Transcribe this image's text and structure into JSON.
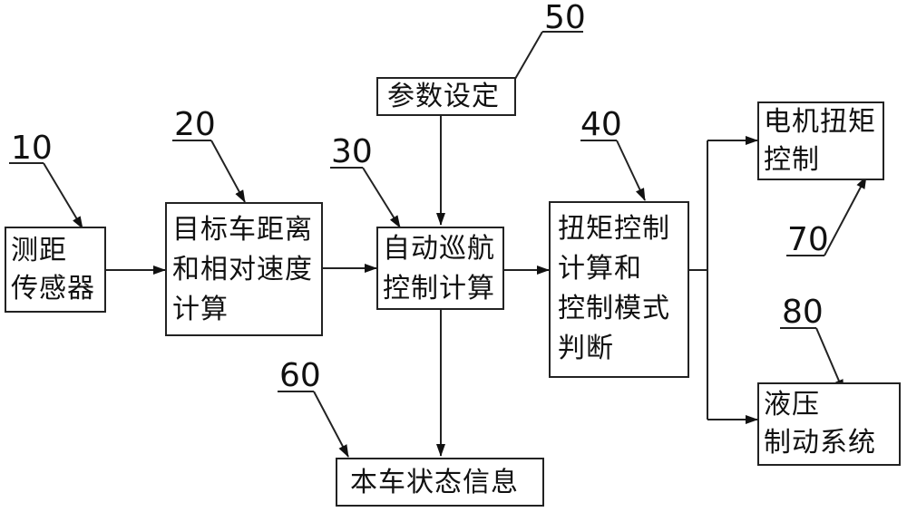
{
  "boxes": {
    "sensor": {
      "number": "10",
      "lines": [
        "测距",
        "传感器"
      ]
    },
    "distance": {
      "number": "20",
      "lines": [
        "目标车距离",
        "和相对速度",
        "计算"
      ]
    },
    "cruise": {
      "number": "30",
      "lines": [
        "自动巡航",
        "控制计算"
      ]
    },
    "torque": {
      "number": "40",
      "lines": [
        "扭矩控制",
        "计算和",
        "控制模式",
        "判断"
      ]
    },
    "params": {
      "number": "50",
      "lines": [
        "参数设定"
      ]
    },
    "state": {
      "number": "60",
      "lines": [
        "本车状态信息"
      ]
    },
    "motor": {
      "number": "70",
      "lines": [
        "电机扭矩",
        "控制"
      ]
    },
    "hydraulic": {
      "number": "80",
      "lines": [
        "液压",
        "制动系统"
      ]
    }
  }
}
